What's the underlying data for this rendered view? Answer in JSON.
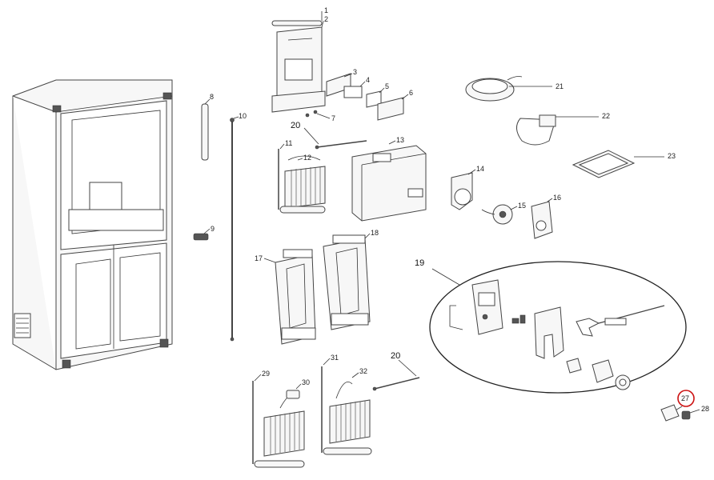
{
  "diagram": {
    "callouts": {
      "c1": "1",
      "c2": "2",
      "c3": "3",
      "c4": "4",
      "c5": "5",
      "c6": "6",
      "c7": "7",
      "c8": "8",
      "c9": "9",
      "c10": "10",
      "c11": "11",
      "c12": "12",
      "c13": "13",
      "c14": "14",
      "c15": "15",
      "c16": "16",
      "c17": "17",
      "c18": "18",
      "c19": "19",
      "c20a": "20",
      "c20b": "20",
      "c21": "21",
      "c22": "22",
      "c23": "23",
      "c27": "27",
      "c28": "28",
      "c29": "29",
      "c30": "30",
      "c31": "31",
      "c32": "32"
    },
    "highlight_color": "#cc1111",
    "line_color": "#333333"
  }
}
